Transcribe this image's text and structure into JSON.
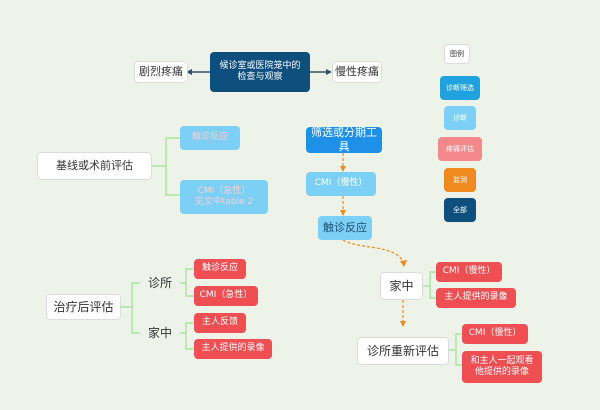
{
  "nodes": {
    "top_title": "候诊室或医院笼中的\n检查与观察",
    "top_left": "剧烈疼痛",
    "top_right": "慢性疼痛",
    "baseline": "基线或术前评估",
    "baseline_tactile": "触诊反应",
    "baseline_cmi": "CMI（急性）\n见文中table 2",
    "screening": "筛选或分期工具",
    "cmi_chronic_1": "CMI（慢性）",
    "tactile_reaction": "触诊反应",
    "post_eval": "治疗后评估",
    "clinic": "诊所",
    "clinic_tactile": "触诊反应",
    "clinic_cmi": "CMI（急性）",
    "home_left": "家中",
    "home_owner": "主人反馈",
    "home_video": "主人提供的录像",
    "home_right": "家中",
    "home_cmi": "CMI（慢性）",
    "home_video_right": "主人提供的录像",
    "re_eval": "诊所重新评估",
    "re_cmi": "CMI（慢性）",
    "re_watch": "和主人一起观看\n他提供的录像"
  },
  "legend": {
    "title": "图例",
    "items": [
      {
        "label": "诊断筛选",
        "color": "#1fa2de"
      },
      {
        "label": "诊断",
        "color": "#7cd0f6"
      },
      {
        "label": "疼痛评估",
        "color": "#f4898c"
      },
      {
        "label": "监测",
        "color": "#f08a1e"
      },
      {
        "label": "全部",
        "color": "#0f4f7d"
      }
    ]
  }
}
